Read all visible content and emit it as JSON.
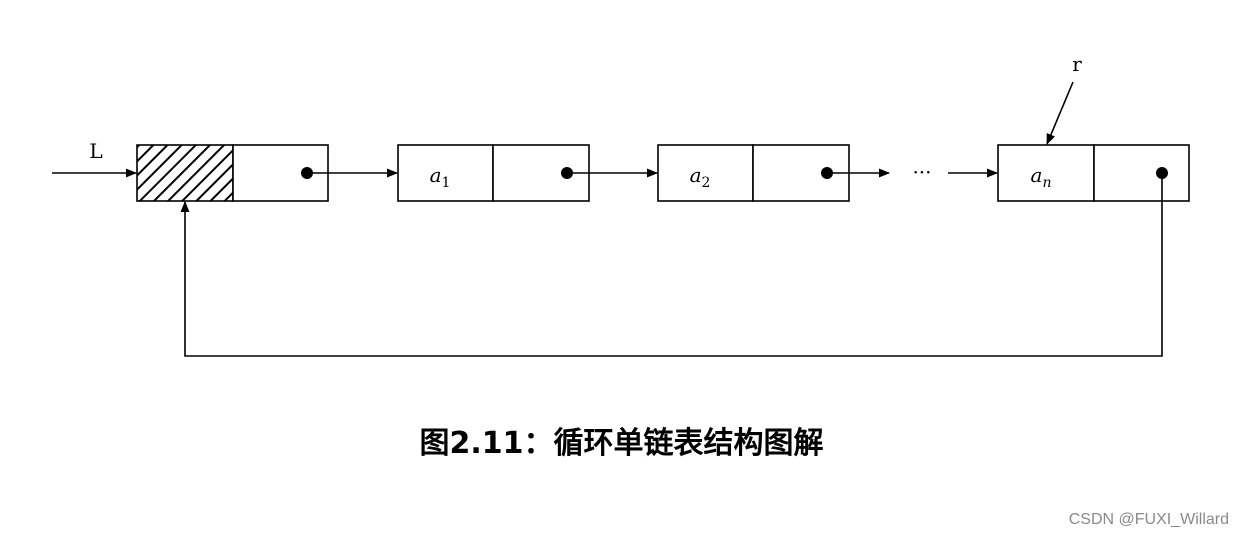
{
  "diagram": {
    "head_pointer_label": "L",
    "tail_pointer_label": "r",
    "ellipsis": "···",
    "nodes": [
      {
        "name": "head",
        "data": "",
        "sub": ""
      },
      {
        "name": "node-a1",
        "data": "a",
        "sub": "1"
      },
      {
        "name": "node-a2",
        "data": "a",
        "sub": "2"
      },
      {
        "name": "node-an",
        "data": "a",
        "sub": "n"
      }
    ]
  },
  "caption": "图2.11：循环单链表结构图解",
  "watermark": "CSDN @FUXI_Willard"
}
